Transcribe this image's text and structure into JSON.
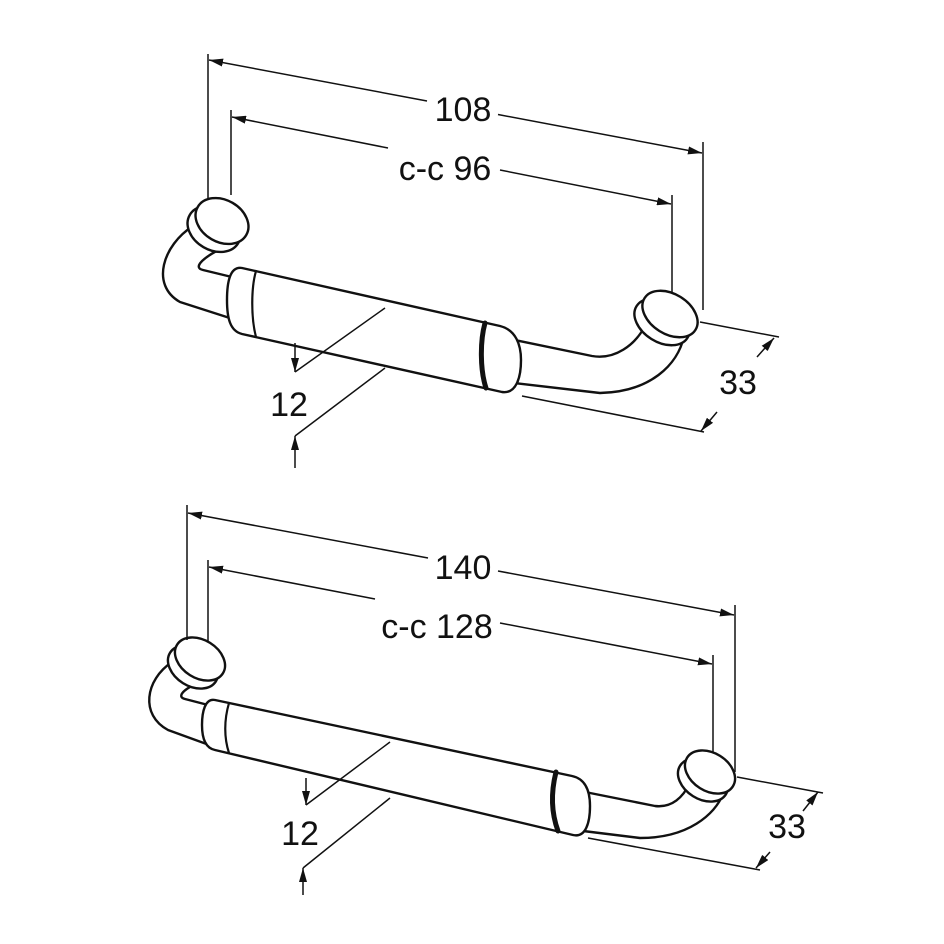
{
  "colors": {
    "ink": "#111111",
    "paper": "#ffffff"
  },
  "top_handle": {
    "overall_length": "108",
    "center_to_center": "c-c 96",
    "projection": "33",
    "grip_diameter": "12"
  },
  "bottom_handle": {
    "overall_length": "140",
    "center_to_center": "c-c 128",
    "projection": "33",
    "grip_diameter": "12"
  }
}
